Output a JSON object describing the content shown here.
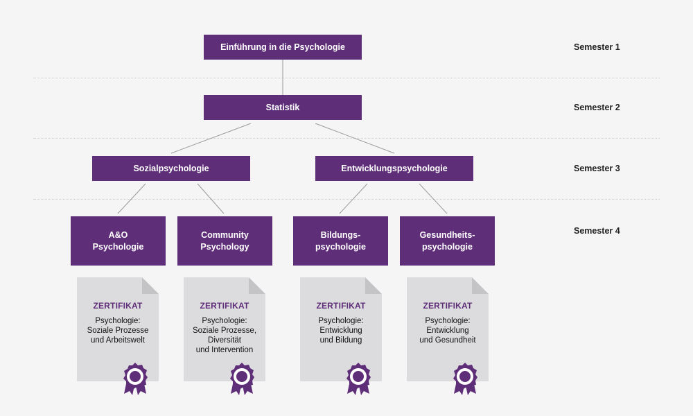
{
  "semesters": [
    "Semester 1",
    "Semester 2",
    "Semester 3",
    "Semester 4"
  ],
  "courses": {
    "intro": "Einführung in die Psychologie",
    "statistik": "Statistik",
    "sozial": "Sozialpsychologie",
    "entwicklung": "Entwicklungspsychologie",
    "ao": "A&O\nPsychologie",
    "community": "Community\nPsychology",
    "bildung": "Bildungs-\npsychologie",
    "gesundheit": "Gesundheits-\npsychologie"
  },
  "certificates": [
    {
      "title": "ZERTIFIKAT",
      "text": "Psychologie:\nSoziale Prozesse\nund Arbeitswelt"
    },
    {
      "title": "ZERTIFIKAT",
      "text": "Psychologie:\nSoziale Prozesse,\nDiversität\nund Intervention"
    },
    {
      "title": "ZERTIFIKAT",
      "text": "Psychologie:\nEntwicklung\nund Bildung"
    },
    {
      "title": "ZERTIFIKAT",
      "text": "Psychologie:\nEntwicklung\nund Gesundheit"
    }
  ],
  "colors": {
    "accent": "#5f2e78",
    "paper": "#dcdcde",
    "fold": "#c4c4c7",
    "connector": "#9a9a9e"
  }
}
